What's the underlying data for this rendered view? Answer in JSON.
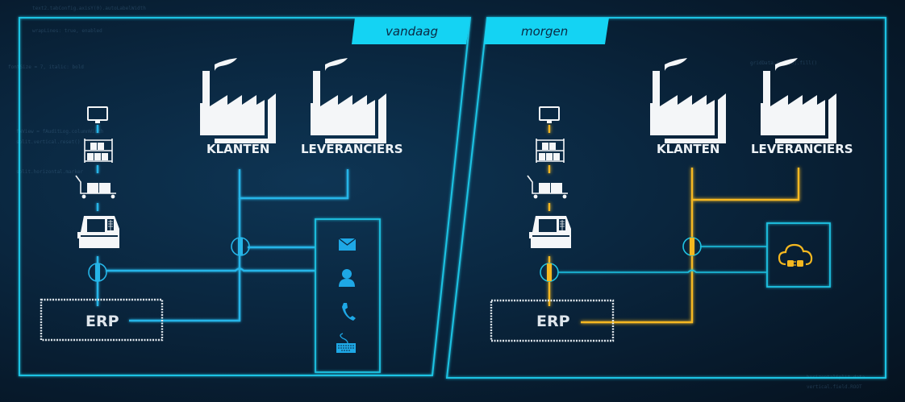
{
  "colors": {
    "frame": "#1fc3e3",
    "tab": "#14d3f3",
    "today_line": "#25b5e8",
    "tomorrow_line": "#f5b820",
    "icon_white": "#f4f6f8",
    "contact_icon": "#1ea8e6",
    "cloud_icon": "#f5b820"
  },
  "panels": {
    "today": {
      "tab_label": "vandaag",
      "entities": {
        "customers": "KLANTEN",
        "suppliers": "LEVERANCIERS"
      },
      "system": "ERP",
      "device_stack": [
        "monitor-icon",
        "shelf-icon",
        "cart-icon",
        "register-icon"
      ],
      "channels": [
        "mail-icon",
        "user-icon",
        "phone-icon",
        "keyboard-icon"
      ]
    },
    "tomorrow": {
      "tab_label": "morgen",
      "entities": {
        "customers": "KLANTEN",
        "suppliers": "LEVERANCIERS"
      },
      "system": "ERP",
      "device_stack": [
        "monitor-icon",
        "shelf-icon",
        "cart-icon",
        "register-icon"
      ],
      "channels": [
        "cloud-plug-icon"
      ]
    }
  }
}
